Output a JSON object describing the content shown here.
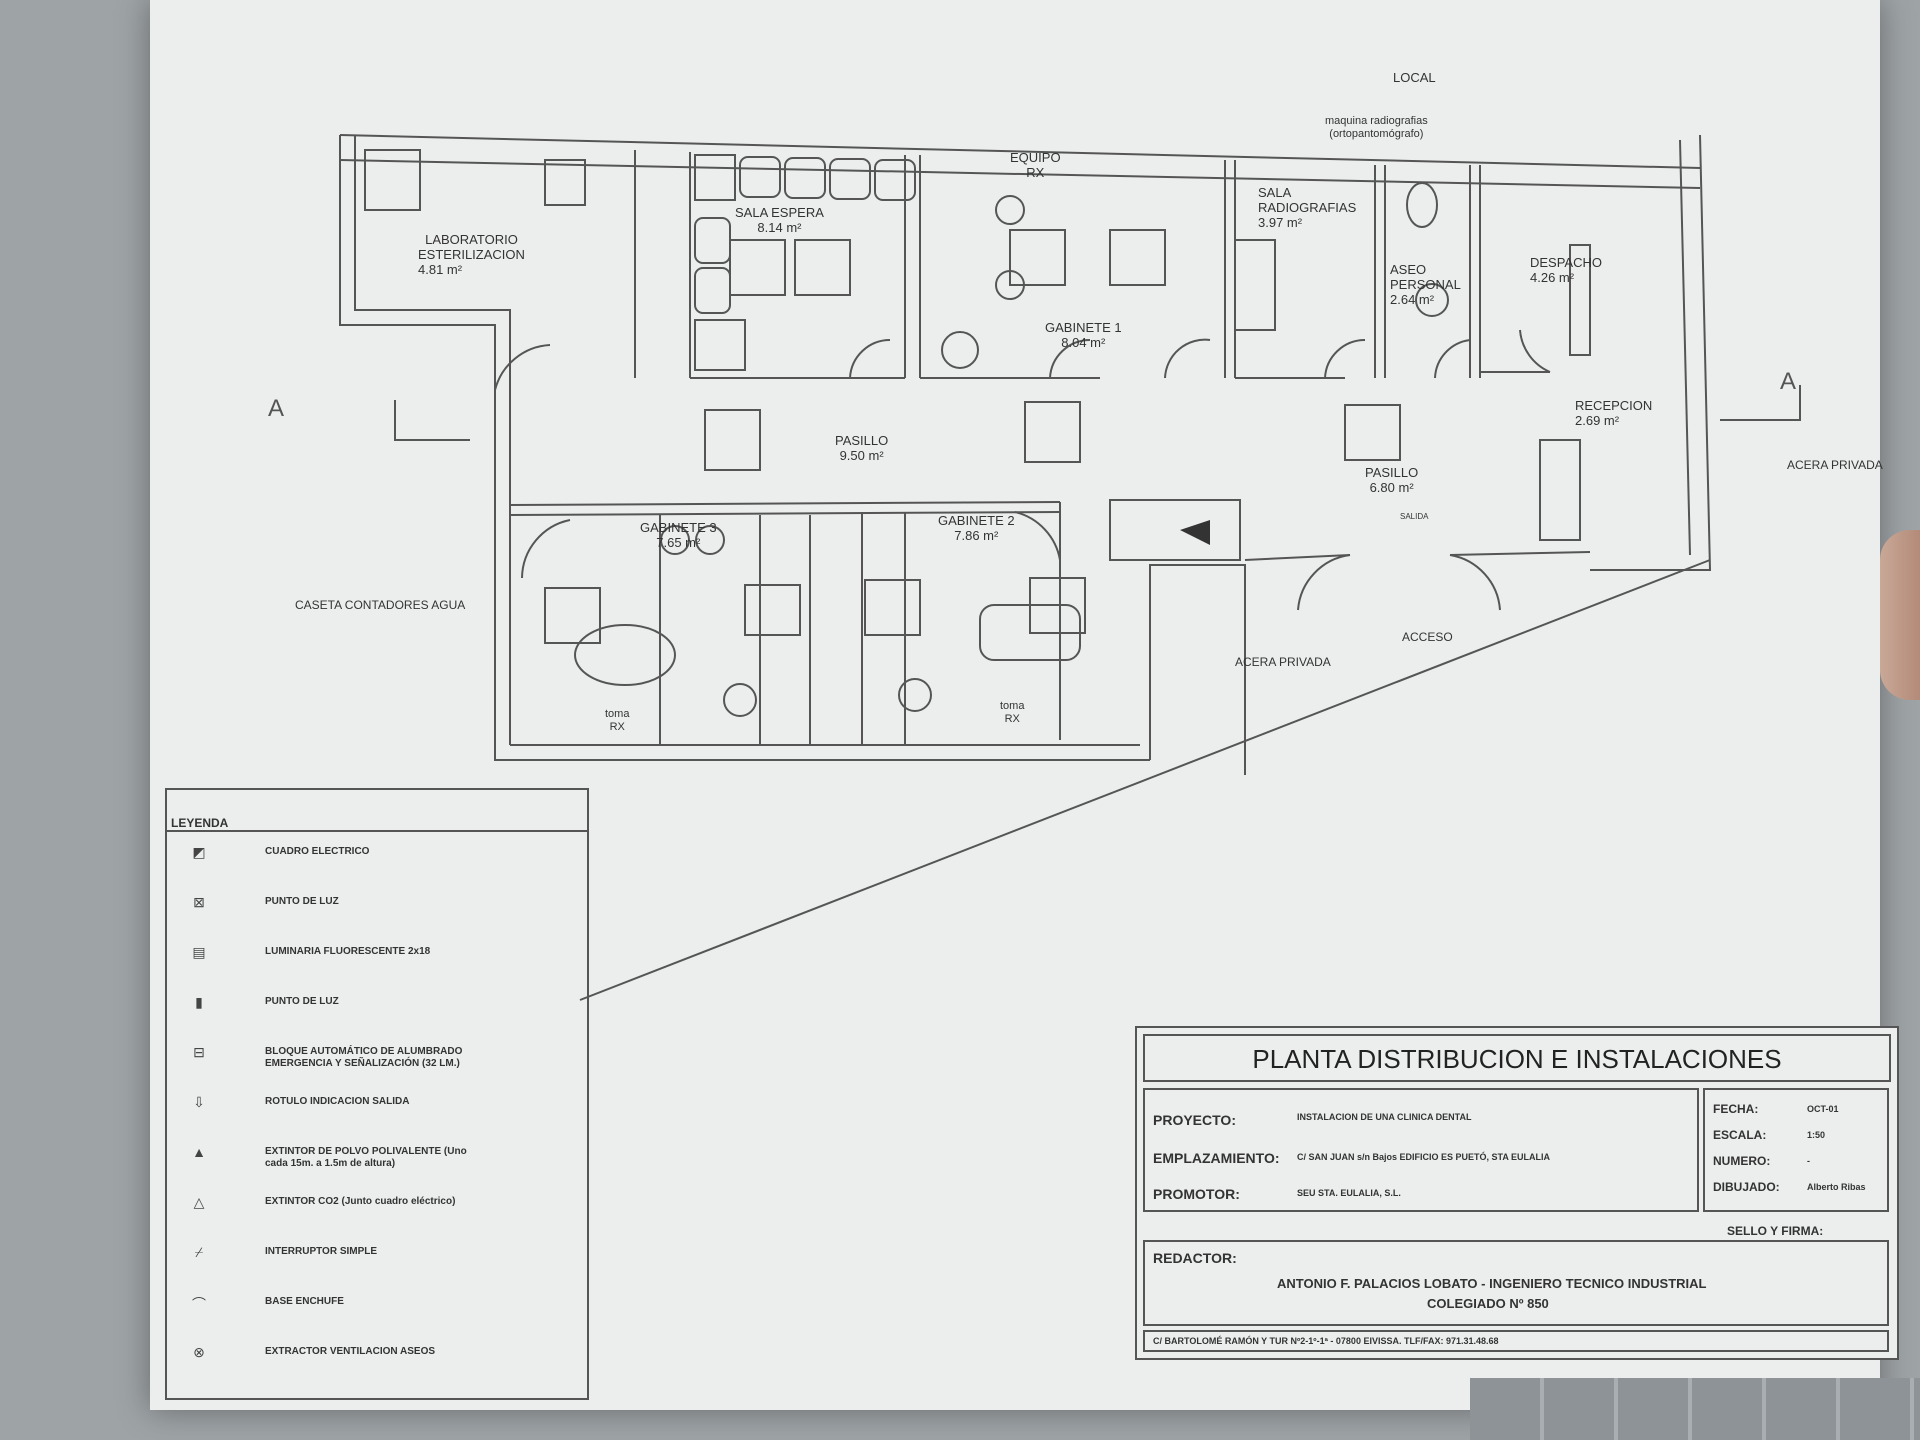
{
  "rooms": {
    "local": {
      "name": "LOCAL"
    },
    "laboratorio": {
      "name1": "LABORATORIO",
      "name2": "ESTERILIZACION",
      "area": "4.81 m²"
    },
    "sala_espera": {
      "name": "SALA ESPERA",
      "area": "8.14 m²"
    },
    "equipo_rx": {
      "name1": "EQUIPO",
      "name2": "RX"
    },
    "gabinete1": {
      "name": "GABINETE 1",
      "area": "8.04 m²"
    },
    "sala_radiografias": {
      "name1": "SALA",
      "name2": "RADIOGRAFIAS",
      "area": "3.97 m²"
    },
    "aseo": {
      "name1": "ASEO",
      "name2": "PERSONAL",
      "area": "2.64 m²"
    },
    "despacho": {
      "name": "DESPACHO",
      "area": "4.26 m²"
    },
    "pasillo1": {
      "name": "PASILLO",
      "area": "9.50 m²"
    },
    "pasillo2": {
      "name": "PASILLO",
      "area": "6.80 m²"
    },
    "recepcion": {
      "name": "RECEPCION",
      "area": "2.69 m²"
    },
    "gabinete3": {
      "name": "GABINETE 3",
      "area": "7.65 m²"
    },
    "gabinete2": {
      "name": "GABINETE 2",
      "area": "7.86 m²"
    }
  },
  "labels": {
    "maquina_1": "maquina radiografias",
    "maquina_2": "(ortopantomógrafo)",
    "caseta": "CASETA CONTADORES AGUA",
    "acera_privada_right": "ACERA PRIVADA",
    "acera_privada_bottom": "ACERA PRIVADA",
    "acceso": "ACCESO",
    "salida": "SALIDA",
    "toma_rx_1": "toma",
    "toma_rx_1b": "RX",
    "toma_rx_2": "toma",
    "toma_rx_2b": "RX",
    "section_a_left": "A",
    "section_a_right": "A"
  },
  "legend": {
    "title": "LEYENDA",
    "items": [
      {
        "label": "CUADRO ELECTRICO",
        "icon": "electrical-panel-icon",
        "glyph": "◩"
      },
      {
        "label": "PUNTO DE LUZ",
        "icon": "light-point-icon",
        "glyph": "⊠"
      },
      {
        "label": "LUMINARIA FLUORESCENTE 2x18",
        "icon": "fluorescent-lamp-icon",
        "glyph": "▤"
      },
      {
        "label": "PUNTO DE LUZ",
        "icon": "wall-light-icon",
        "glyph": "▮"
      },
      {
        "label": "BLOQUE AUTOMÁTICO DE ALUMBRADO EMERGENCIA Y SEÑALIZACIÓN (32 LM.)",
        "icon": "emergency-light-icon",
        "glyph": "⊟"
      },
      {
        "label": "ROTULO INDICACION SALIDA",
        "icon": "exit-sign-icon",
        "glyph": "⇩"
      },
      {
        "label": "EXTINTOR DE POLVO POLIVALENTE (Uno cada 15m. a 1.5m de altura)",
        "icon": "powder-extinguisher-icon",
        "glyph": "▲"
      },
      {
        "label": "EXTINTOR CO2 (Junto cuadro eléctrico)",
        "icon": "co2-extinguisher-icon",
        "glyph": "△"
      },
      {
        "label": "INTERRUPTOR SIMPLE",
        "icon": "switch-icon",
        "glyph": "⌿"
      },
      {
        "label": "BASE ENCHUFE",
        "icon": "socket-icon",
        "glyph": "⌒"
      },
      {
        "label": "EXTRACTOR VENTILACION ASEOS",
        "icon": "extractor-icon",
        "glyph": "⊗"
      }
    ]
  },
  "titleblock": {
    "title": "PLANTA DISTRIBUCION E INSTALACIONES",
    "proyecto_label": "PROYECTO:",
    "proyecto_value": "INSTALACION DE UNA CLINICA DENTAL",
    "emplazamiento_label": "EMPLAZAMIENTO:",
    "emplazamiento_value": "C/ SAN JUAN s/n Bajos EDIFICIO ES PUETÓ, STA EULALIA",
    "promotor_label": "PROMOTOR:",
    "promotor_value": "SEU STA. EULALIA, S.L.",
    "fecha_label": "FECHA:",
    "fecha_value": "OCT-01",
    "escala_label": "ESCALA:",
    "escala_value": "1:50",
    "numero_label": "NUMERO:",
    "numero_value": "-",
    "dibujado_label": "DIBUJADO:",
    "dibujado_value": "Alberto Ribas",
    "sello_label": "SELLO Y FIRMA:",
    "redactor_label": "REDACTOR:",
    "redactor_line1": "ANTONIO F. PALACIOS LOBATO -  INGENIERO TECNICO INDUSTRIAL",
    "redactor_line2": "COLEGIADO Nº 850",
    "address": "C/ BARTOLOMÉ RAMÓN Y TUR Nº2-1º-1ª  - 07800 EIVISSA.   TLF/FAX: 971.31.48.68"
  }
}
